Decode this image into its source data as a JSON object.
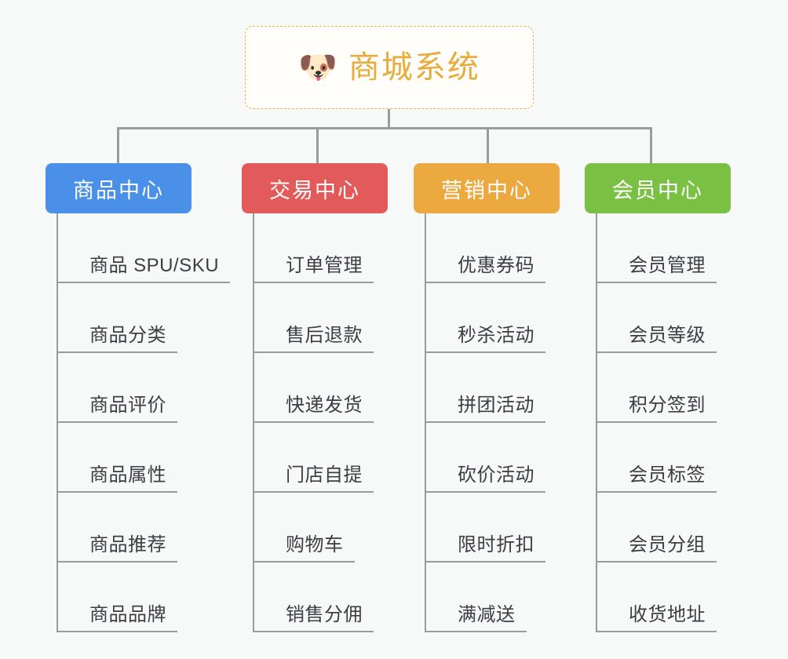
{
  "background_color": "#f7f8f8",
  "connector_color": "#9b9b9b",
  "root": {
    "icon": "shiba-dog-face-icon",
    "emoji": "🐶",
    "title": "商城系统",
    "text_color": "#e8ab3c",
    "border_color": "#e8b44c"
  },
  "columns": [
    {
      "title": "商品中心",
      "color": "#4a90e8",
      "items": [
        "商品 SPU/SKU",
        "商品分类",
        "商品评价",
        "商品属性",
        "商品推荐",
        "商品品牌"
      ]
    },
    {
      "title": "交易中心",
      "color": "#e25a5a",
      "items": [
        "订单管理",
        "售后退款",
        "快递发货",
        "门店自提",
        "购物车",
        "销售分佣"
      ]
    },
    {
      "title": "营销中心",
      "color": "#eca93f",
      "items": [
        "优惠券码",
        "秒杀活动",
        "拼团活动",
        "砍价活动",
        "限时折扣",
        "满减送"
      ]
    },
    {
      "title": "会员中心",
      "color": "#7ac043",
      "items": [
        "会员管理",
        "会员等级",
        "积分签到",
        "会员标签",
        "会员分组",
        "收货地址"
      ]
    }
  ]
}
